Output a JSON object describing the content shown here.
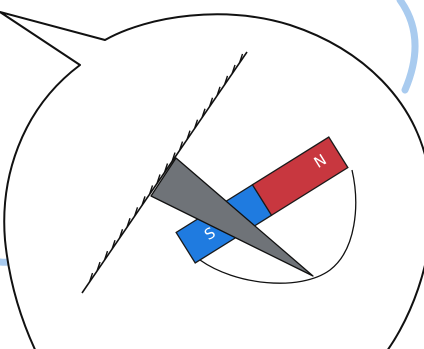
{
  "diagram": {
    "magnet": {
      "north_label": "N",
      "south_label": "S",
      "colors": {
        "north": "#C8373F",
        "south": "#1F7BE0",
        "outline": "#1a1a1a"
      }
    },
    "colors": {
      "background_arc": "#A9CBEF",
      "bubble_fill": "#FFFFFF",
      "bubble_stroke": "#111111",
      "needle": "#6F7378",
      "wall": "#111111"
    },
    "icons": [
      "callout-bubble",
      "hatched-wall",
      "bar-magnet",
      "suspended-pointer",
      "swing-path"
    ]
  }
}
